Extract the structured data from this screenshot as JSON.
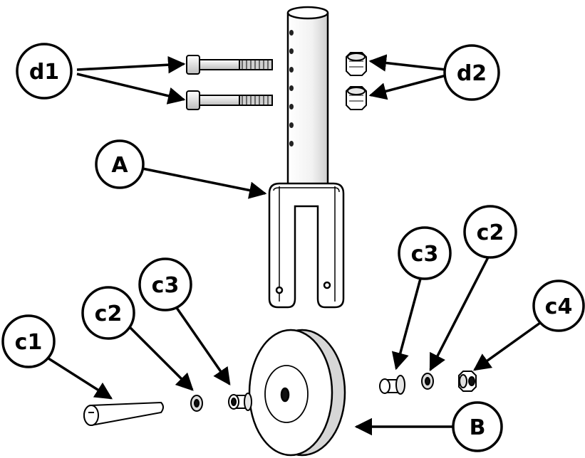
{
  "labels": {
    "d1": "d1",
    "d2": "d2",
    "A": "A",
    "B": "B",
    "c1": "c1",
    "c2_left": "c2",
    "c3_left": "c3",
    "c3_right": "c3",
    "c2_right": "c2",
    "c4": "c4"
  },
  "colors": {
    "ink": "#000000",
    "paper": "#ffffff",
    "shade": "#d9d9d9"
  }
}
